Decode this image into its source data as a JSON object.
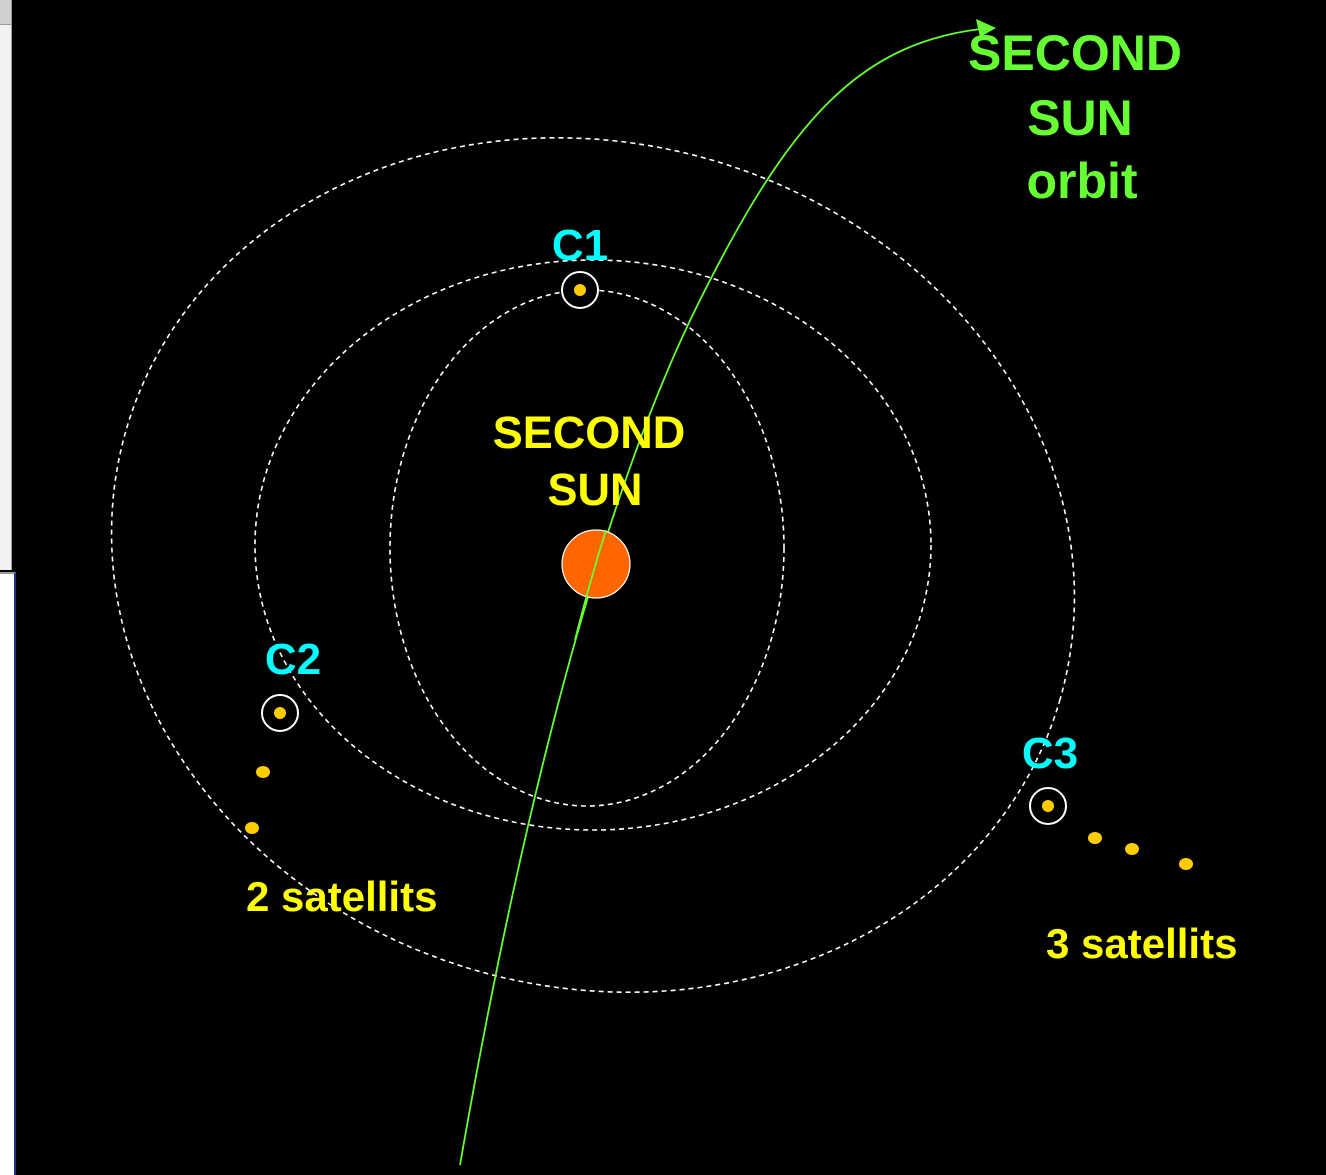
{
  "colors": {
    "background": "#000000",
    "orbit_line": "#ffffff",
    "path_line": "#66ff33",
    "sun_fill": "#ff6600",
    "satellite_fill": "#ffcc00",
    "body_label": "#00ffff",
    "yellow_label": "#ffff00",
    "green_label": "#66ff33"
  },
  "labels": {
    "orbit_title_line1": "SECOND",
    "orbit_title_line2": "SUN",
    "orbit_title_line3": "orbit",
    "sun_line1": "SECOND",
    "sun_line2": "SUN",
    "c1": "C1",
    "c2": "C2",
    "c3": "C3",
    "c2_satellites": "2 satellits",
    "c3_satellites": "3 satellits"
  }
}
